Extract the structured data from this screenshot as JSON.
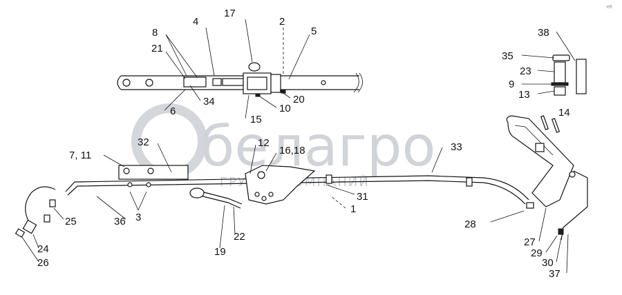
{
  "watermark": {
    "brand": "белагро",
    "subtitle": "ГРУППА КОМПАНИЙ"
  },
  "corner_mark": "e6",
  "callouts": [
    {
      "id": "c17",
      "text": "17"
    },
    {
      "id": "c4",
      "text": "4"
    },
    {
      "id": "c2",
      "text": "2"
    },
    {
      "id": "c5",
      "text": "5"
    },
    {
      "id": "c8",
      "text": "8"
    },
    {
      "id": "c21",
      "text": "21"
    },
    {
      "id": "c34",
      "text": "34"
    },
    {
      "id": "c20",
      "text": "20"
    },
    {
      "id": "c10",
      "text": "10"
    },
    {
      "id": "c6",
      "text": "6"
    },
    {
      "id": "c15",
      "text": "15"
    },
    {
      "id": "c38",
      "text": "38"
    },
    {
      "id": "c35",
      "text": "35"
    },
    {
      "id": "c23",
      "text": "23"
    },
    {
      "id": "c9",
      "text": "9"
    },
    {
      "id": "c13",
      "text": "13"
    },
    {
      "id": "c14",
      "text": "14"
    },
    {
      "id": "c711",
      "text": "7, 11"
    },
    {
      "id": "c32",
      "text": "32"
    },
    {
      "id": "c12",
      "text": "12"
    },
    {
      "id": "c1618",
      "text": "16,18"
    },
    {
      "id": "c33",
      "text": "33"
    },
    {
      "id": "c31",
      "text": "31"
    },
    {
      "id": "c1",
      "text": "1"
    },
    {
      "id": "c25",
      "text": "25"
    },
    {
      "id": "c36",
      "text": "36"
    },
    {
      "id": "c3",
      "text": "3"
    },
    {
      "id": "c22",
      "text": "22"
    },
    {
      "id": "c19",
      "text": "19"
    },
    {
      "id": "c24",
      "text": "24"
    },
    {
      "id": "c26",
      "text": "26"
    },
    {
      "id": "c28",
      "text": "28"
    },
    {
      "id": "c27",
      "text": "27"
    },
    {
      "id": "c29",
      "text": "29"
    },
    {
      "id": "c30",
      "text": "30"
    },
    {
      "id": "c37",
      "text": "37"
    }
  ]
}
